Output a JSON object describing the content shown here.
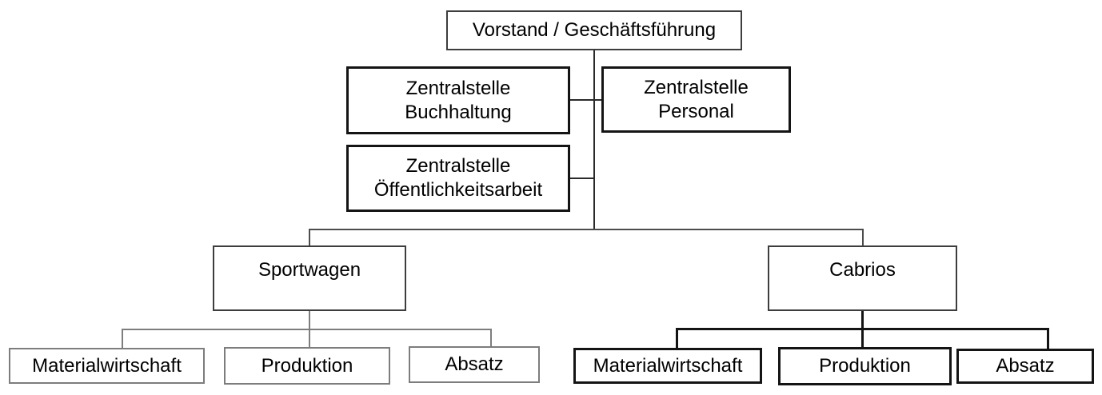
{
  "org_chart": {
    "root": {
      "label": "Vorstand / Geschäftsführung"
    },
    "staff_units": [
      {
        "line1": "Zentralstelle",
        "line2": "Buchhaltung"
      },
      {
        "line1": "Zentralstelle",
        "line2": "Personal"
      },
      {
        "line1": "Zentralstelle",
        "line2": "Öffentlichkeitsarbeit"
      }
    ],
    "divisions": [
      {
        "label": "Sportwagen",
        "departments": [
          {
            "label": "Materialwirtschaft"
          },
          {
            "label": "Produktion"
          },
          {
            "label": "Absatz"
          }
        ]
      },
      {
        "label": "Cabrios",
        "departments": [
          {
            "label": "Materialwirtschaft"
          },
          {
            "label": "Produktion"
          },
          {
            "label": "Absatz"
          }
        ]
      }
    ],
    "colors": {
      "node_border_black": "#141414",
      "node_border_dark": "#3d3d3d",
      "node_border_gray": "#7d7d7d",
      "connector_dark": "#2a2a2a",
      "connector_gray": "#7d7d7d",
      "text": "#000000",
      "background": "#ffffff"
    }
  }
}
